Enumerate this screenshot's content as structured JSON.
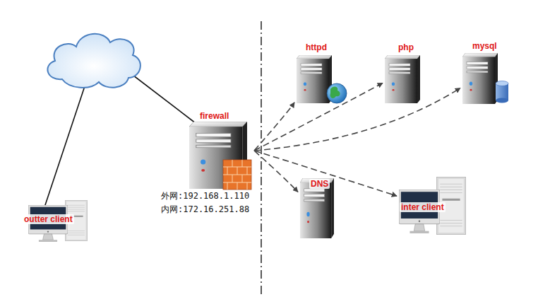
{
  "diagram": {
    "nodes": [
      {
        "text": [
          "firewall",
          "外网:192.168.1.110",
          "内网:172.16.251.88"
        ]
      },
      {
        "text": [
          "httpd"
        ]
      },
      {
        "text": [
          "php"
        ]
      },
      {
        "text": [
          "mysql"
        ]
      },
      {
        "text": [
          "DNS"
        ]
      },
      {
        "text": [
          "inter client"
        ]
      },
      {
        "text": [
          "outter client"
        ]
      }
    ],
    "edges": [
      {
        "from": 0,
        "to": 1,
        "arrow": "to"
      },
      {
        "from": 0,
        "to": 2,
        "arrow": "to"
      },
      {
        "from": 0,
        "to": 3,
        "arrow": "to"
      },
      {
        "from": 0,
        "to": 4,
        "arrow": "to"
      },
      {
        "from": 0,
        "to": 5,
        "arrow": "to"
      }
    ]
  }
}
